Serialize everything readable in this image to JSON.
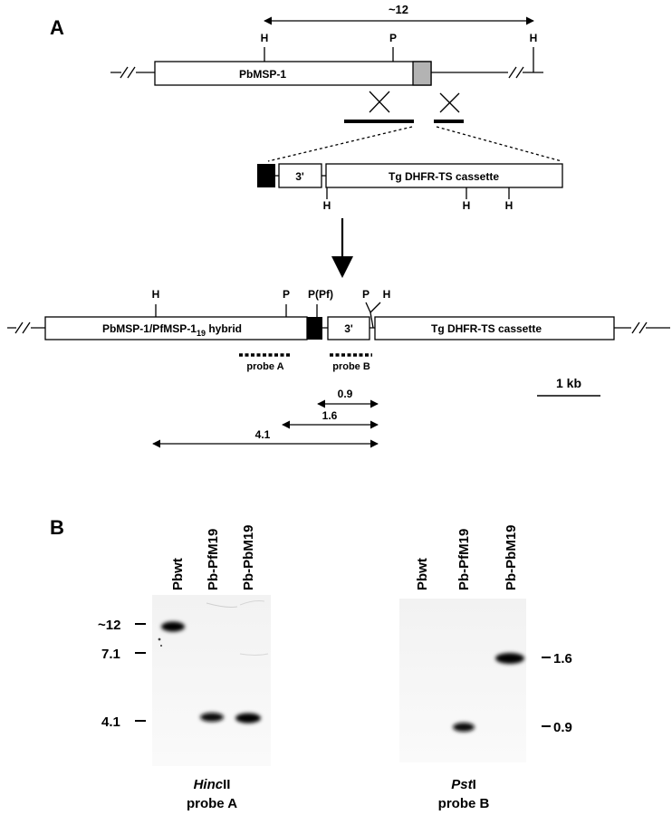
{
  "panelA": {
    "letter": "A",
    "top_span_label": "~12",
    "wt_gene_label": "PbMSP-1",
    "wt_sites": {
      "h1": "H",
      "p1": "P",
      "h2": "H"
    },
    "construct": {
      "box3_label": "3'",
      "cassette_label": "Tg DHFR-TS cassette",
      "sites": {
        "h1": "H",
        "h2": "H",
        "h3": "H"
      }
    },
    "recomb": {
      "hybrid_label_main": "PbMSP-1/PfMSP-1",
      "hybrid_label_sub": "19",
      "hybrid_label_tail": " hybrid",
      "box3_label": "3'",
      "cassette_label": "Tg DHFR-TS cassette",
      "sites": {
        "h1": "H",
        "p1": "P",
        "ppf": "P(Pf)",
        "p2": "P",
        "h2": "H"
      }
    },
    "probes": {
      "a": "probe A",
      "b": "probe B"
    },
    "scale_label": "1 kb",
    "fragments": {
      "f1": "0.9",
      "f2": "1.6",
      "f3": "4.1"
    }
  },
  "panelB": {
    "letter": "B",
    "lanes": [
      "Pbwt",
      "Pb-PfM19",
      "Pb-PbM19"
    ],
    "blot1": {
      "enzyme_italic": "Hinc",
      "enzyme_tail": "II",
      "probe": "probe A",
      "markers": [
        "~12",
        "7.1",
        "4.1"
      ]
    },
    "blot2": {
      "enzyme_italic": "Pst",
      "enzyme_tail": "I",
      "probe": "probe B",
      "markers": [
        "1.6",
        "0.9"
      ]
    }
  }
}
